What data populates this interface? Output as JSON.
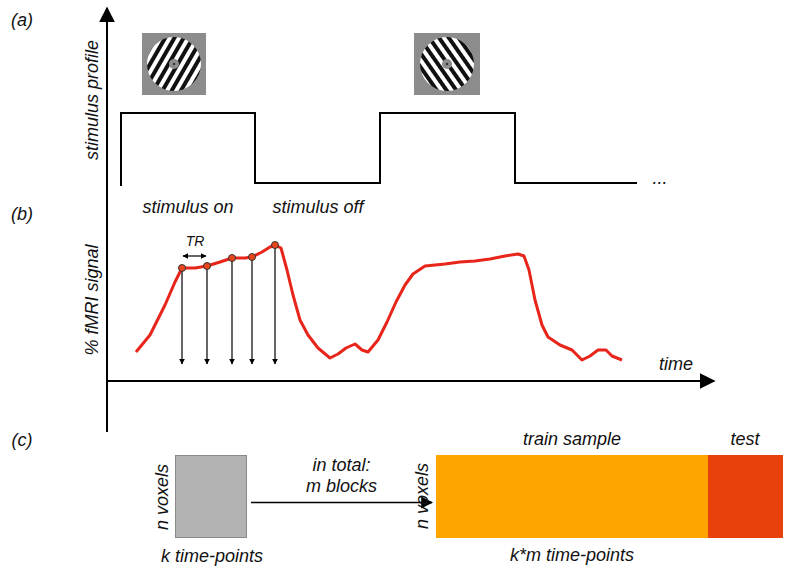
{
  "diagram": {
    "nodes": [
      {
        "text": [
          "n voxels",
          "k time-points"
        ]
      },
      {
        "text": [
          "train sample",
          "n voxels",
          "k*m time-points"
        ]
      },
      {
        "text": [
          "test"
        ]
      }
    ],
    "edges": [
      {
        "from": 0,
        "to": 1,
        "arrow": "to",
        "label": "in total: m blocks"
      }
    ],
    "labels": [
      "(a)",
      "(b)",
      "(c)",
      "stimulus profile",
      "stimulus on",
      "stimulus off",
      "...",
      "TR",
      "% fMRI signal",
      "time"
    ]
  }
}
